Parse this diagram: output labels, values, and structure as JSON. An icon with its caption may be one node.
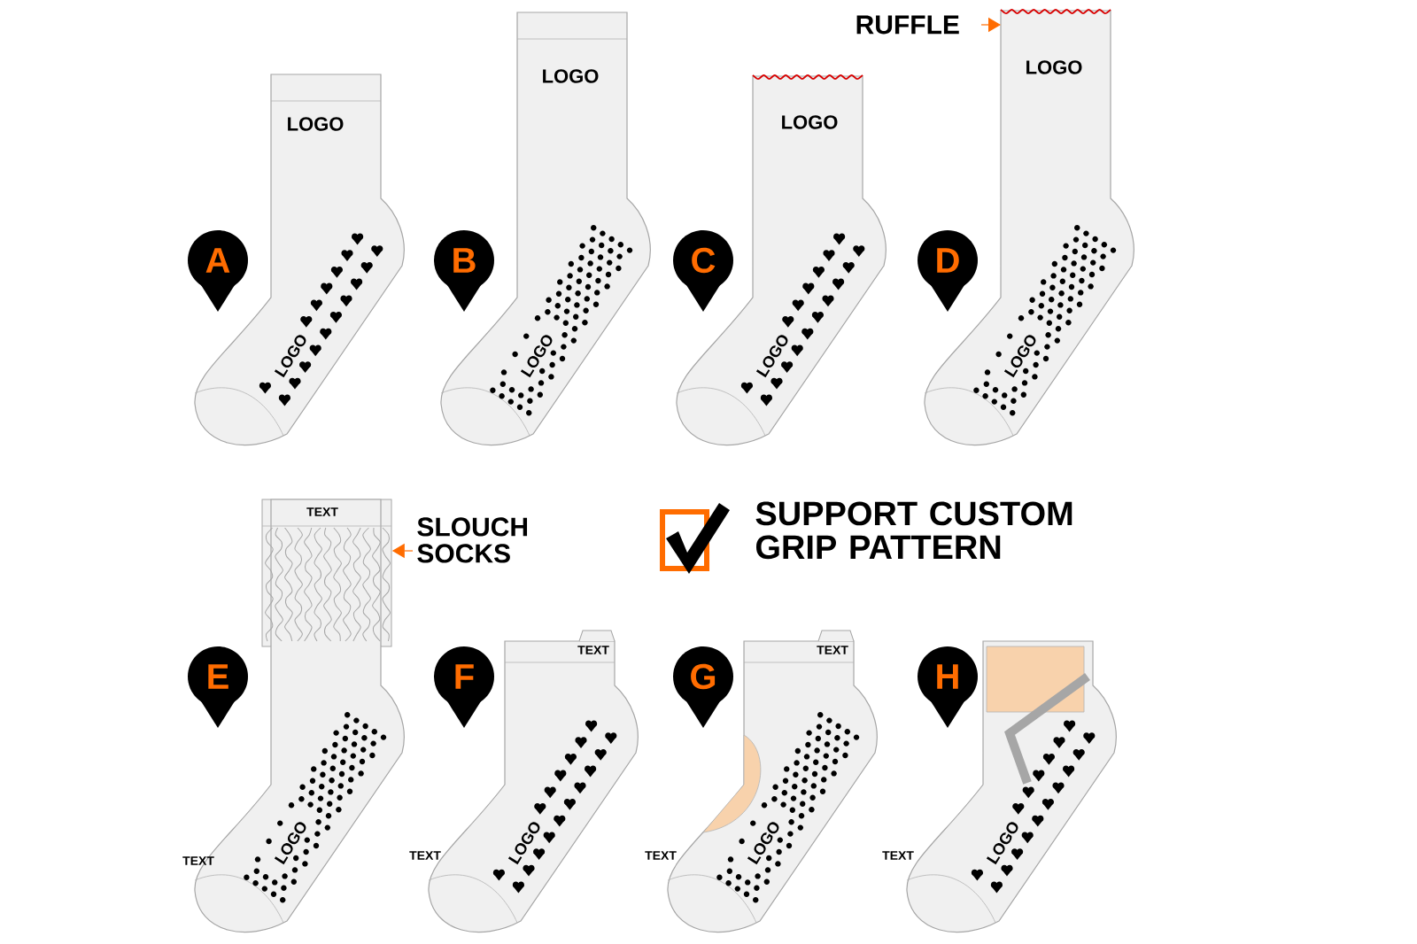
{
  "diagram": {
    "nodes": [
      {
        "text": [
          "A"
        ]
      },
      {
        "text": [
          "LOGO",
          "LOGO"
        ]
      },
      {
        "text": [
          "B"
        ]
      },
      {
        "text": [
          "LOGO",
          "LOGO"
        ]
      },
      {
        "text": [
          "C"
        ]
      },
      {
        "text": [
          "LOGO",
          "LOGO"
        ]
      },
      {
        "text": [
          "RUFFLE"
        ]
      },
      {
        "text": [
          "D"
        ]
      },
      {
        "text": [
          "LOGO",
          "LOGO"
        ]
      },
      {
        "text": [
          "TEXT",
          "LOGO",
          "TEXT"
        ]
      },
      {
        "text": [
          "SLOUCH SOCKS"
        ]
      },
      {
        "text": [
          "E"
        ]
      },
      {
        "text": [
          "F"
        ]
      },
      {
        "text": [
          "TEXT",
          "LOGO",
          "TEXT"
        ]
      },
      {
        "text": [
          "G"
        ]
      },
      {
        "text": [
          "TEXT",
          "LOGO",
          "TEXT"
        ]
      },
      {
        "text": [
          "H"
        ]
      },
      {
        "text": [
          "LOGO",
          "TEXT"
        ]
      }
    ],
    "edges": [
      {
        "from": 6,
        "to": 8,
        "arrow": "to"
      },
      {
        "from": 10,
        "to": 9,
        "arrow": "to"
      }
    ],
    "labels": [
      "SUPPORT CUSTOM GRIP PATTERN"
    ]
  }
}
